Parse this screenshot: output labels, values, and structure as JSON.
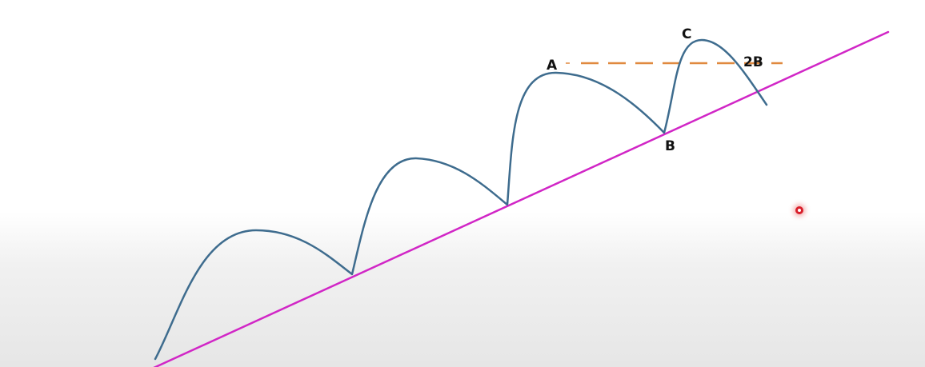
{
  "labels": {
    "a": "A",
    "b": "B",
    "c": "C",
    "two_b": "2B"
  },
  "colors": {
    "trendline": "#d126c6",
    "price_path": "#3e6c8e",
    "resistance_line": "#e0893f",
    "cursor": "#d81e2a"
  },
  "icons": {
    "cursor": "cursor-dot-icon"
  }
}
